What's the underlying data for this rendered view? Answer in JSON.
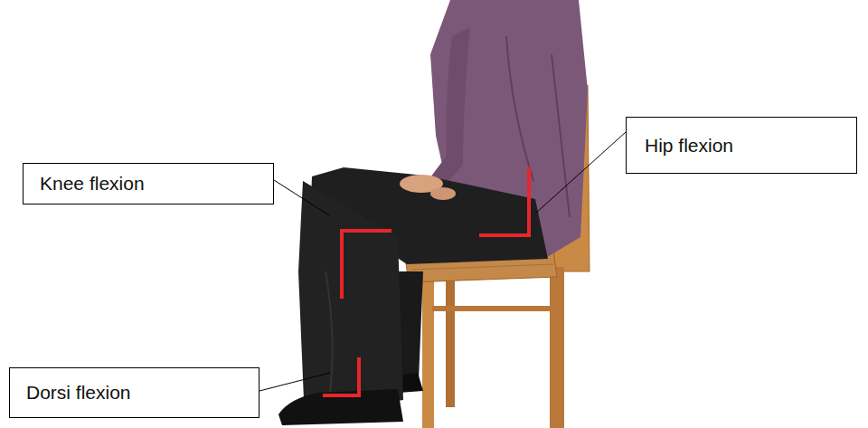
{
  "diagram": {
    "nodes": [
      {
        "text": [
          "Hip flexion"
        ]
      },
      {
        "text": [
          "Knee flexion"
        ]
      },
      {
        "text": [
          "Dorsi flexion"
        ]
      }
    ]
  }
}
